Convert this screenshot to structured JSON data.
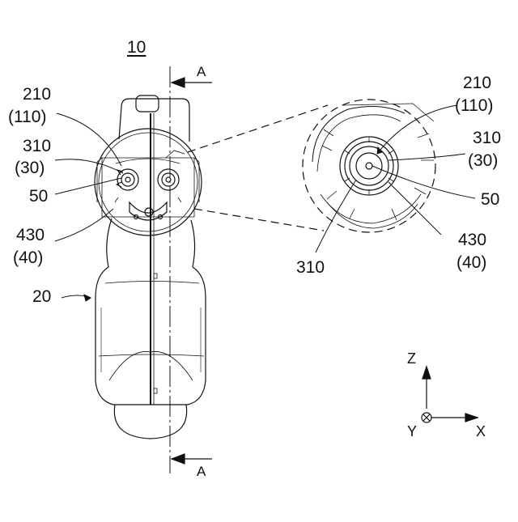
{
  "figure": {
    "main_ref": "10",
    "section_top": "A",
    "section_bottom": "A",
    "left_labels": {
      "l210": "210",
      "l110": "(110)",
      "l310": "310",
      "l30": "(30)",
      "l50": "50",
      "l430": "430",
      "l40": "(40)",
      "l20": "20"
    },
    "detail_labels": {
      "l210": "210",
      "l110": "(110)",
      "l310": "310",
      "l30": "(30)",
      "l50": "50",
      "l430": "430",
      "l40": "(40)",
      "l310_bottom": "310"
    },
    "axes": {
      "z": "Z",
      "x": "X",
      "y": "Y"
    }
  },
  "colors": {
    "line": "#111111",
    "background": "#ffffff"
  }
}
